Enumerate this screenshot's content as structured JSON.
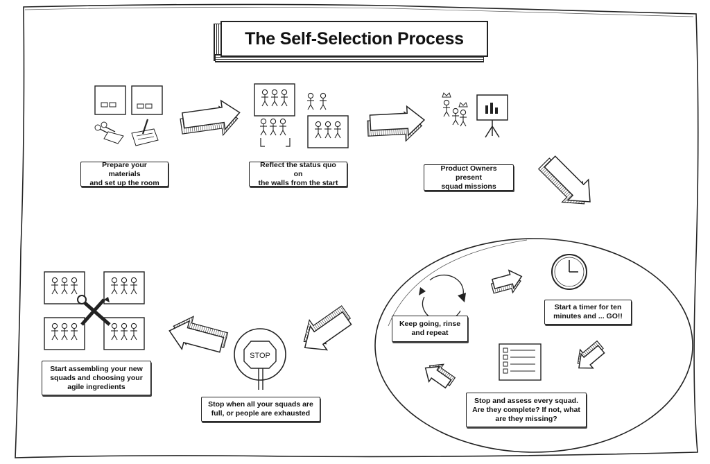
{
  "title": "The Self-Selection Process",
  "steps": [
    {
      "id": "prepare",
      "text": "Prepare your materials\nand set up the room"
    },
    {
      "id": "reflect",
      "text": "Reflect the status quo on\nthe walls from the start"
    },
    {
      "id": "present",
      "text": "Product Owners present\nsquad missions"
    },
    {
      "id": "timer",
      "text": "Start a timer for ten\nminutes and ... GO!!"
    },
    {
      "id": "assess",
      "text": "Stop and assess every squad.\nAre they complete? If not, what\nare they missing?"
    },
    {
      "id": "repeat",
      "text": "Keep going, rinse\nand repeat"
    },
    {
      "id": "stop",
      "text": "Stop when all your squads are\nfull, or people are exhausted"
    },
    {
      "id": "assemble",
      "text": "Start assembling your new\nsquads and choosing your\nagile ingredients"
    }
  ],
  "stop_sign_text": "STOP",
  "icons": [
    "scissors-icon",
    "pen-icon",
    "board-icon",
    "people-icon",
    "presentation-icon",
    "clock-icon",
    "checklist-icon",
    "cycle-icon",
    "stop-sign-icon",
    "tools-icon",
    "arrow-icon"
  ]
}
